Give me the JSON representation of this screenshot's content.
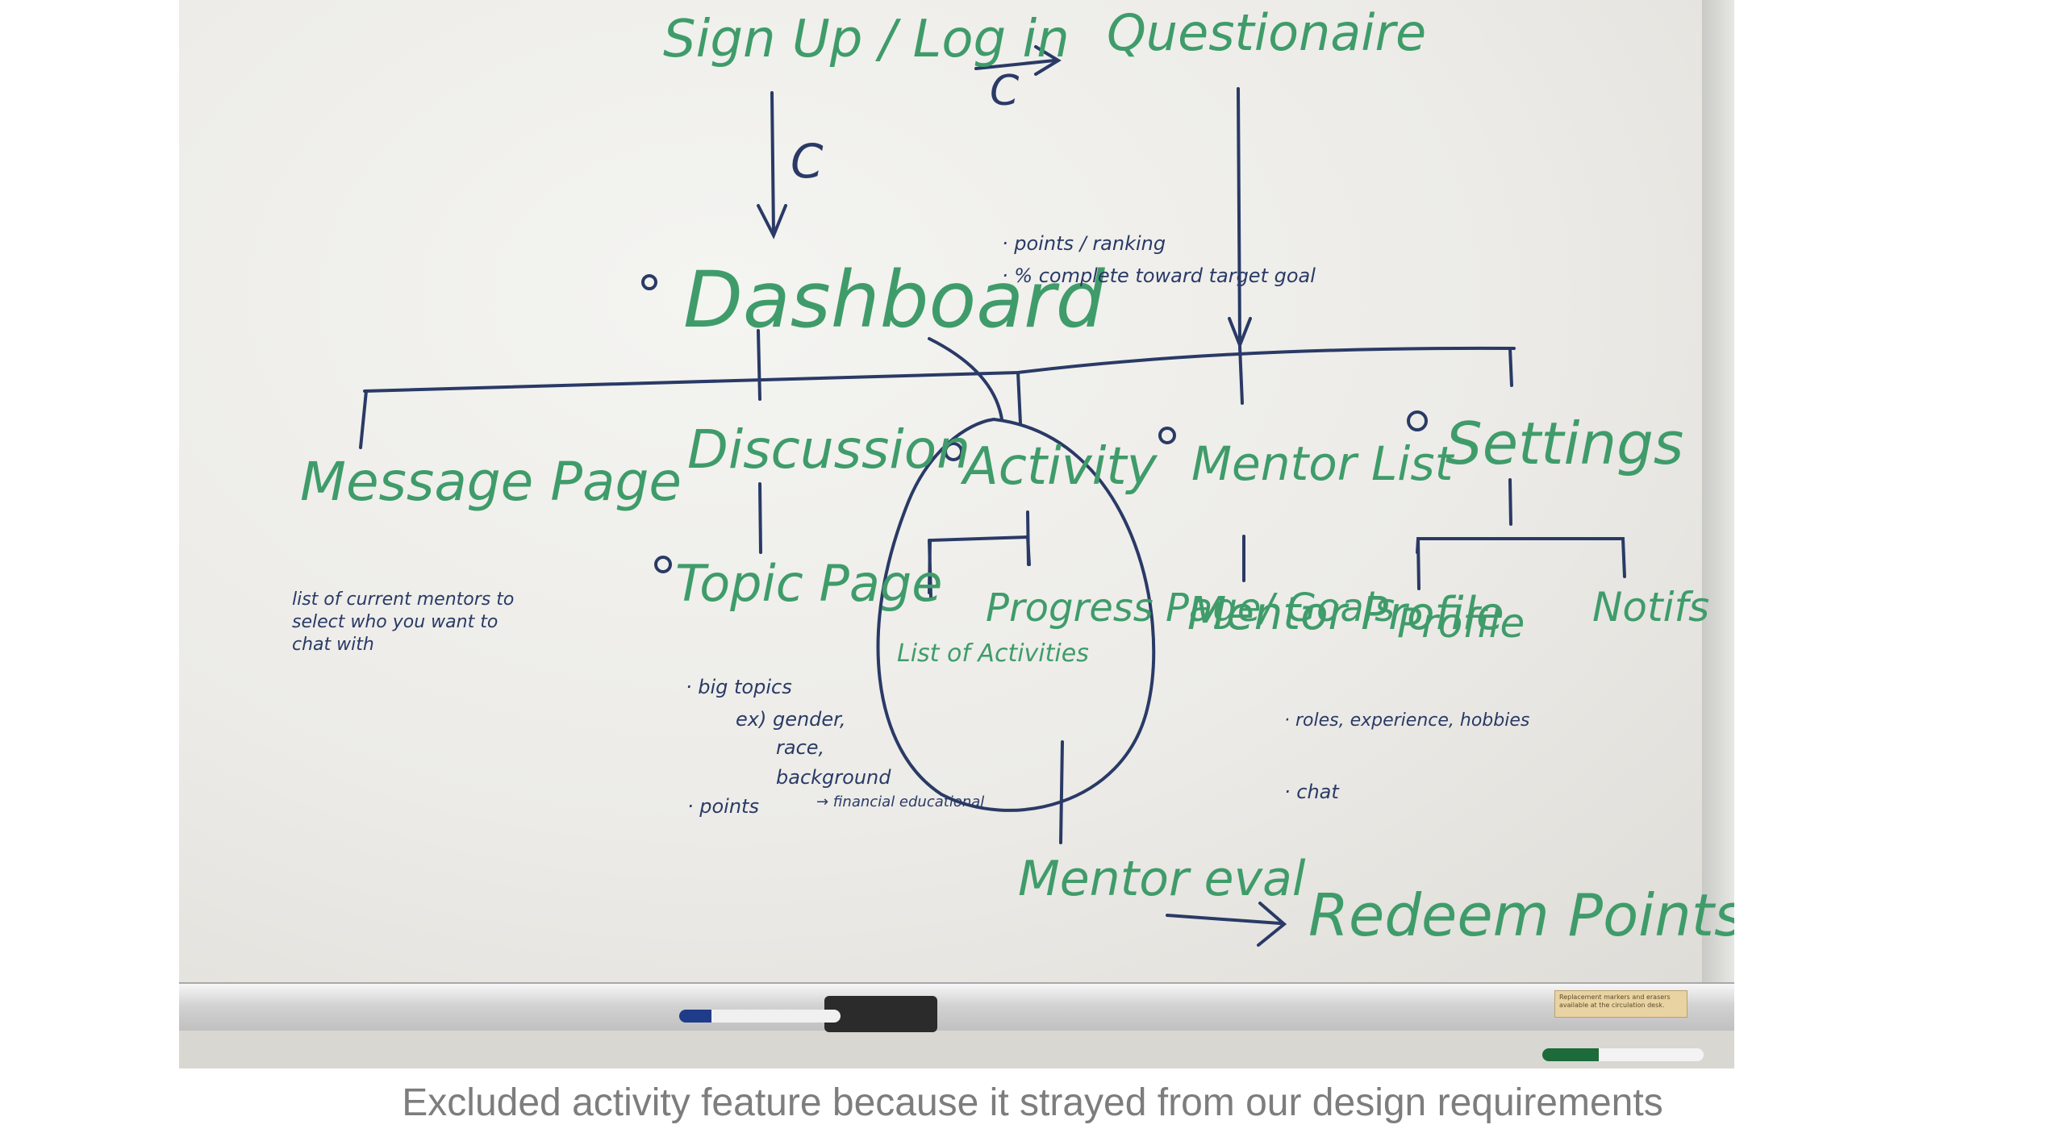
{
  "diagram": {
    "nodes": {
      "signup": "Sign Up / Log in",
      "questionaire": "Questionaire",
      "dashboard": "Dashboard",
      "message_page": "Message Page",
      "discussion": "Discussion",
      "activity": "Activity",
      "mentor_list": "Mentor List",
      "settings": "Settings",
      "topic_page": "Topic Page",
      "list_of_activities": "List of Activities",
      "progress_page": "Progress Page/ Goals",
      "mentor_profile": "Mentor Profile",
      "profile": "Profile",
      "notifs": "Notifs",
      "mentor_eval": "Mentor eval",
      "redeem_points": "Redeem Points"
    },
    "edge_labels": {
      "signup_to_questionaire": "C",
      "signup_to_dashboard": "C"
    },
    "notes": {
      "dashboard": [
        "· points / ranking",
        "· % complete toward target goal"
      ],
      "message_page": "list of current mentors to select who you want to chat with",
      "topic_page": [
        "· big topics",
        "ex) gender,",
        "race,",
        "background",
        "→ financial educational",
        "· points"
      ],
      "mentor_profile": [
        "· roles, experience, hobbies",
        "· chat"
      ]
    },
    "sticker": "Replacement markers and erasers available at the circulation desk."
  },
  "caption": "Excluded activity feature because it strayed from our design requirements",
  "colors": {
    "green_marker": "#3f9c6a",
    "blue_marker": "#2a3a66",
    "caption_text": "#7d7d7d"
  }
}
